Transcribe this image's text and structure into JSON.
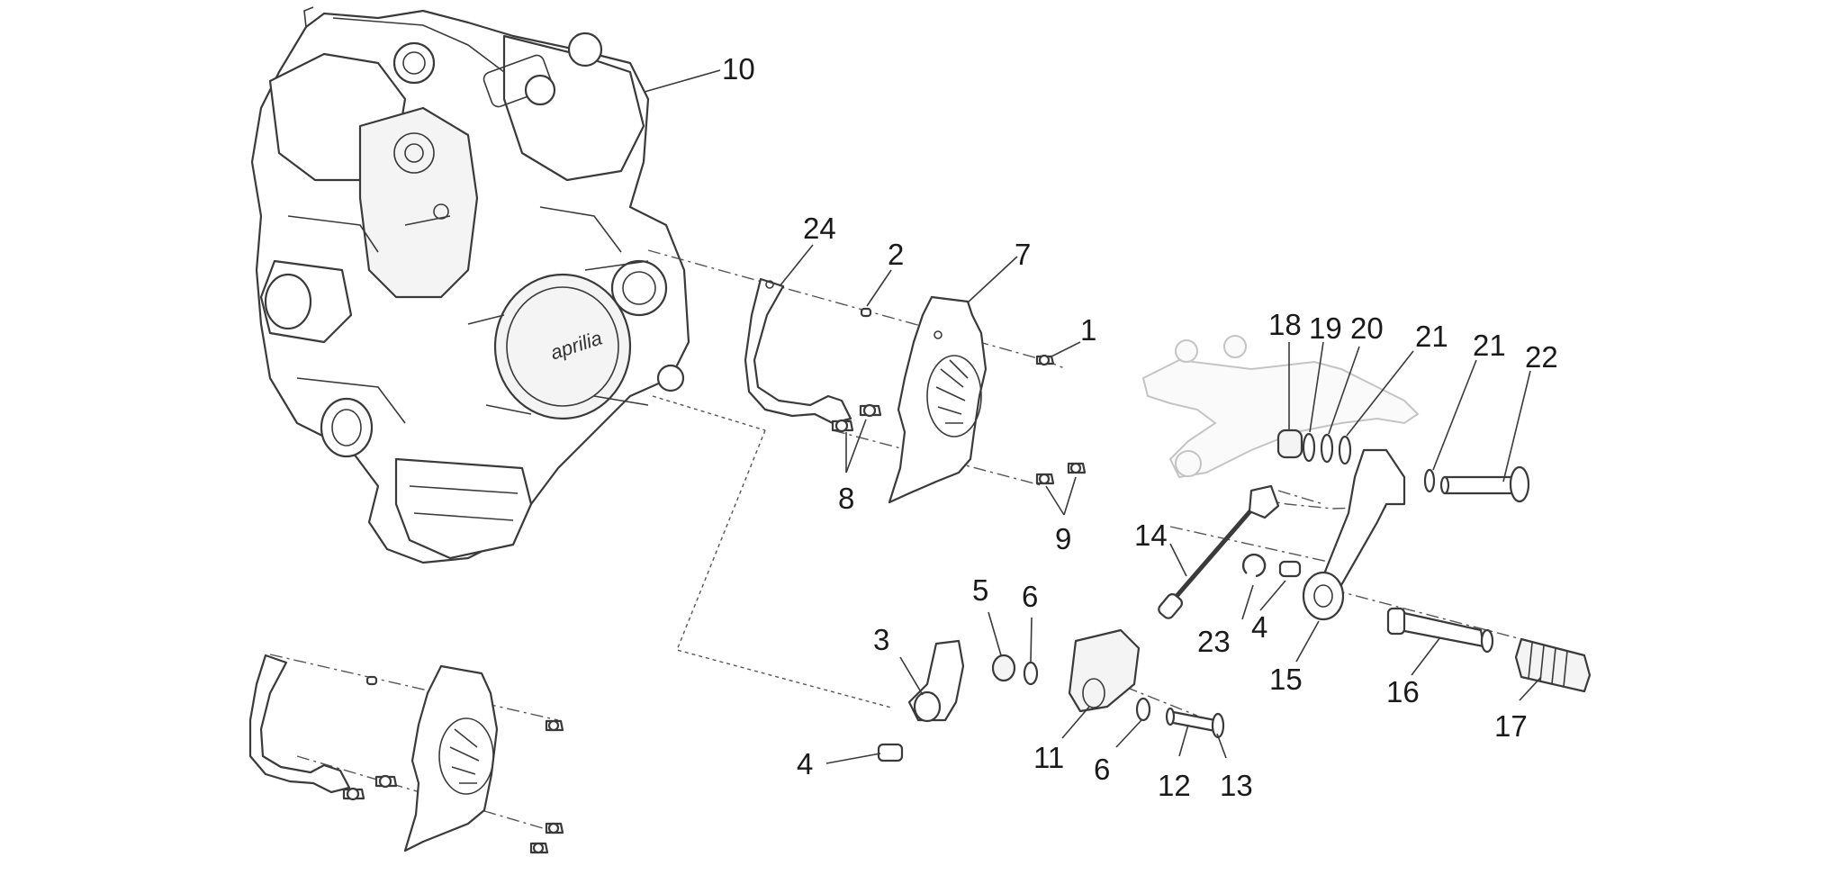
{
  "diagram": {
    "type": "exploded-parts-view",
    "engine_logo_text": "aprilia",
    "callouts": [
      {
        "id": "c10",
        "label": "10"
      },
      {
        "id": "c24",
        "label": "24"
      },
      {
        "id": "c2",
        "label": "2"
      },
      {
        "id": "c7",
        "label": "7"
      },
      {
        "id": "c1",
        "label": "1"
      },
      {
        "id": "c8",
        "label": "8"
      },
      {
        "id": "c9",
        "label": "9"
      },
      {
        "id": "c18",
        "label": "18"
      },
      {
        "id": "c19",
        "label": "19"
      },
      {
        "id": "c20",
        "label": "20"
      },
      {
        "id": "c21a",
        "label": "21"
      },
      {
        "id": "c21b",
        "label": "21"
      },
      {
        "id": "c22",
        "label": "22"
      },
      {
        "id": "c14",
        "label": "14"
      },
      {
        "id": "c23",
        "label": "23"
      },
      {
        "id": "c4a",
        "label": "4"
      },
      {
        "id": "c15",
        "label": "15"
      },
      {
        "id": "c16",
        "label": "16"
      },
      {
        "id": "c17",
        "label": "17"
      },
      {
        "id": "c5",
        "label": "5"
      },
      {
        "id": "c6a",
        "label": "6"
      },
      {
        "id": "c3",
        "label": "3"
      },
      {
        "id": "c11",
        "label": "11"
      },
      {
        "id": "c6b",
        "label": "6"
      },
      {
        "id": "c12",
        "label": "12"
      },
      {
        "id": "c13",
        "label": "13"
      },
      {
        "id": "c4b",
        "label": "4"
      }
    ]
  }
}
